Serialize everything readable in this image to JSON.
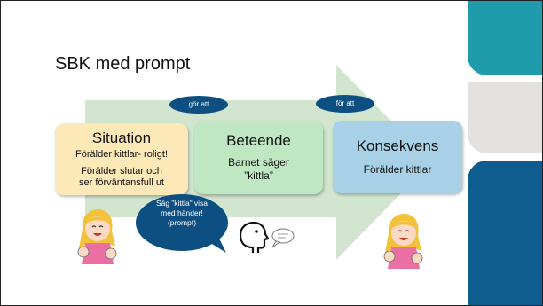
{
  "slide": {
    "title": "SBK med prompt",
    "colors": {
      "situation": "#fde8b8",
      "beteende": "#bfe8c2",
      "konsekvens": "#a8d1e8",
      "arrow": "#d2e6cf",
      "pill": "#0e4f82",
      "teal": "#1f9bab",
      "gray": "#e4e1df",
      "navy": "#0f5d8f"
    }
  },
  "connectors": [
    "gör att",
    "för att"
  ],
  "boxes": {
    "situation": {
      "heading": "Situation",
      "line1": "Förälder kittlar- roligt!",
      "line2": "Förälder slutar och",
      "line3": "ser förväntansfull ut"
    },
    "beteende": {
      "heading": "Beteende",
      "line1": "Barnet säger",
      "line2": "”kittla”"
    },
    "konsekvens": {
      "heading": "Konsekvens",
      "line1": "Förälder kittlar"
    }
  },
  "prompt_bubble": {
    "line1": "Säg ”kittla” visa",
    "line2": "med händer!",
    "line3": "(prompt)"
  },
  "icons": {
    "left_figure": "laughing-girl-icon",
    "right_figure": "laughing-girl-icon",
    "speaker": "speaking-head-icon"
  }
}
